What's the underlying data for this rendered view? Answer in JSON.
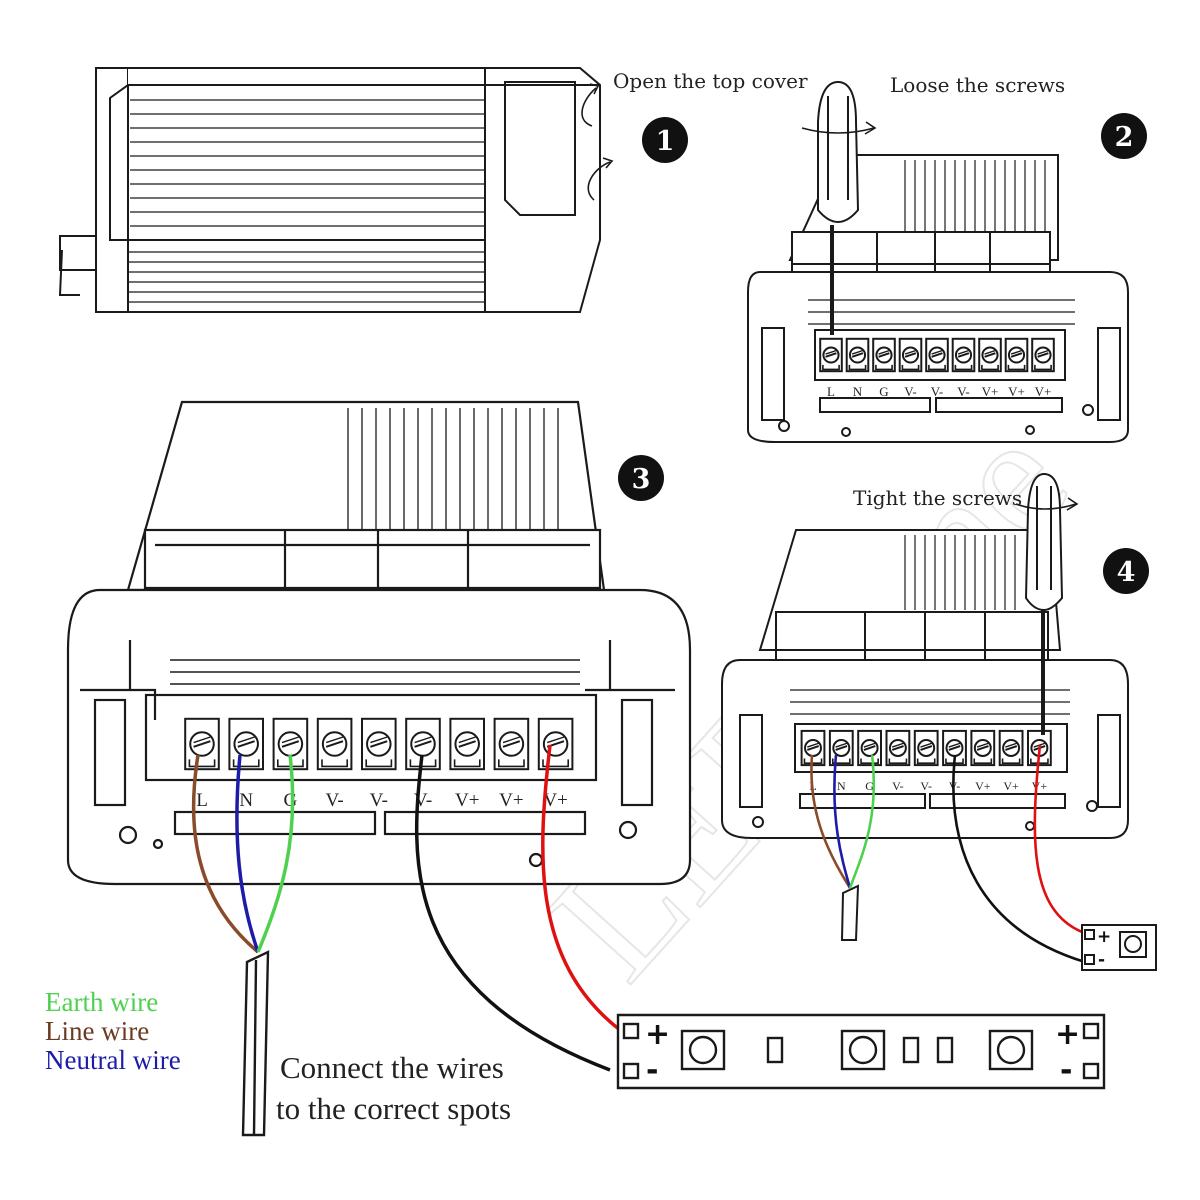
{
  "steps": [
    {
      "number": "1",
      "caption": "Open the top cover"
    },
    {
      "number": "2",
      "caption": "Loose the screws"
    },
    {
      "number": "3",
      "caption": ""
    },
    {
      "number": "4",
      "caption": "Tight the screws"
    }
  ],
  "terminals": [
    "L",
    "N",
    "G",
    "V-",
    "V-",
    "V-",
    "V+",
    "V+",
    "V+"
  ],
  "wire_legend": {
    "earth": "Earth wire",
    "line": "Line wire",
    "neutral": "Neutral wire"
  },
  "instruction": {
    "line1": "Connect the wires",
    "line2": "to the correct spots"
  },
  "strip": {
    "plus": "+",
    "minus": "-"
  },
  "watermark": "LEDSone",
  "colors": {
    "earth": "#4fd14f",
    "line": "#8a4b2a",
    "neutral": "#1c1ca8",
    "positive": "#e01010",
    "negative": "#111111",
    "outline": "#1a1a1a"
  }
}
